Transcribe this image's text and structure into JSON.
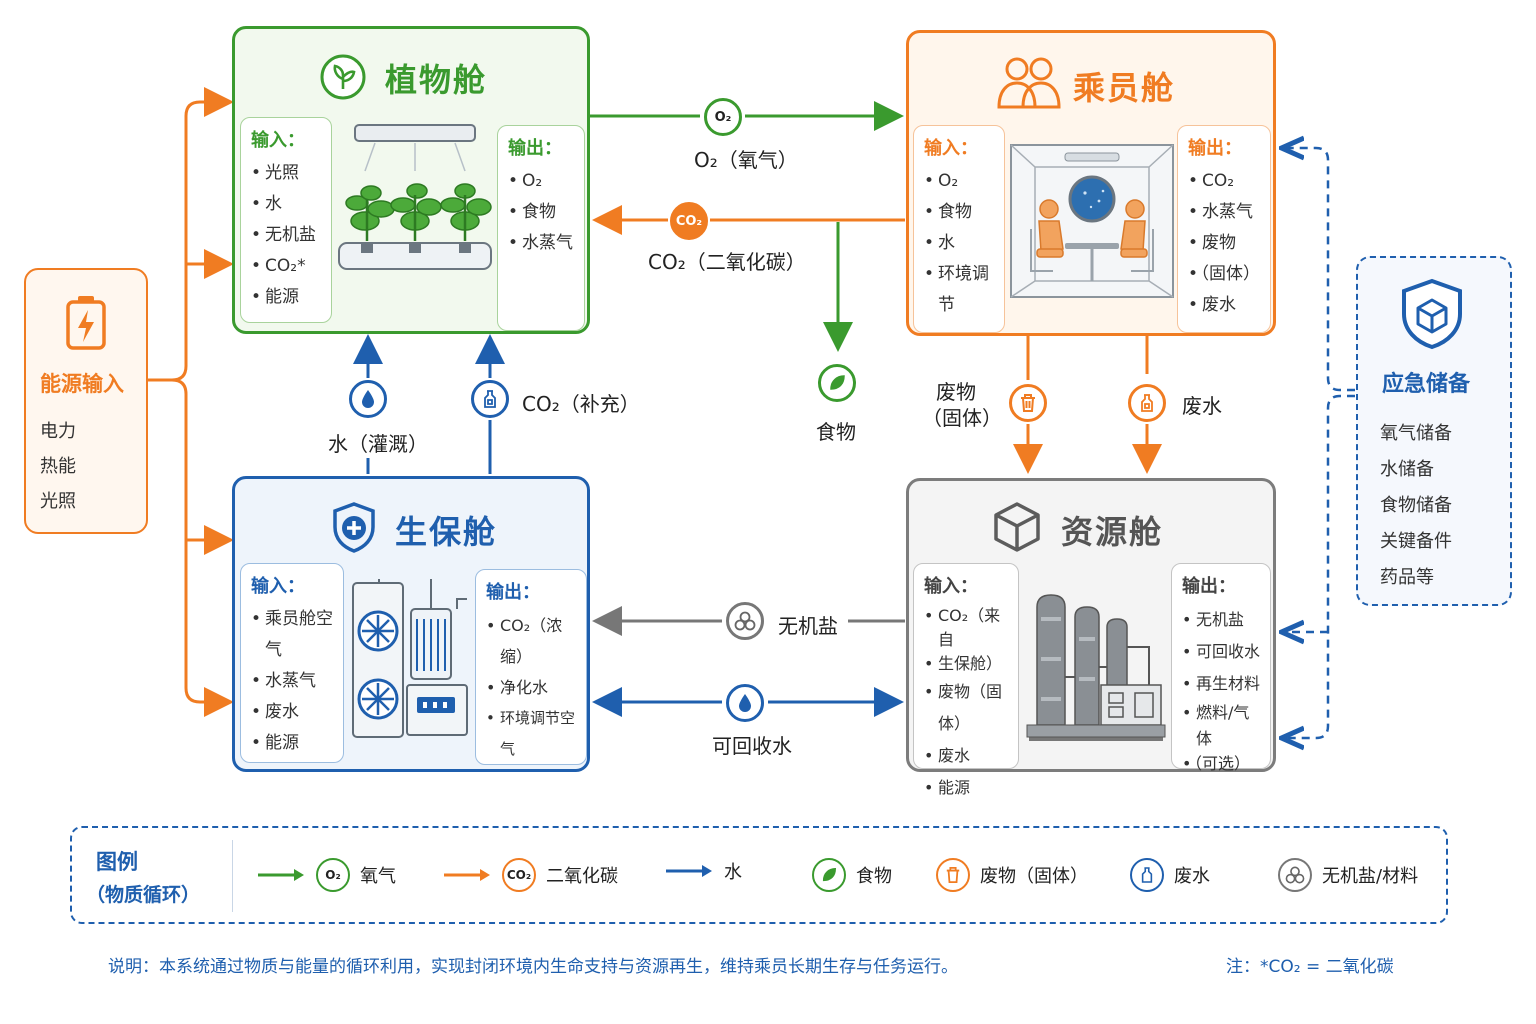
{
  "plant": {
    "title": "植物舱",
    "input_header": "输入：",
    "inputs": [
      "光照",
      "水",
      "无机盐",
      "CO₂*",
      "能源"
    ],
    "output_header": "输出：",
    "outputs": [
      "O₂",
      "食物",
      "水蒸气"
    ]
  },
  "crew": {
    "title": "乘员舱",
    "input_header": "输入：",
    "inputs": [
      "O₂",
      "食物",
      "水",
      "环境调节"
    ],
    "output_header": "输出：",
    "outputs": [
      "CO₂",
      "水蒸气",
      "废物",
      "（固体）",
      "废水"
    ]
  },
  "life": {
    "title": "生保舱",
    "input_header": "输入：",
    "inputs": [
      "乘员舱空气",
      "水蒸气",
      "废水",
      "能源"
    ],
    "output_header": "输出：",
    "outputs": [
      "CO₂（浓缩）",
      "净化水",
      "环境调节空气"
    ]
  },
  "resource": {
    "title": "资源舱",
    "input_header": "输入：",
    "inputs": [
      "CO₂（来自",
      "生保舱）",
      "废物（固体）",
      "废水",
      "能源"
    ],
    "output_header": "输出：",
    "outputs": [
      "无机盐",
      "可回收水",
      "再生材料",
      "燃料/气体",
      "（可选）"
    ]
  },
  "energy": {
    "title": "能源输入",
    "items": [
      "电力",
      "热能",
      "光照"
    ]
  },
  "emergency": {
    "title": "应急储备",
    "items": [
      "氧气储备",
      "水储备",
      "食物储备",
      "关键备件",
      "药品等"
    ]
  },
  "flows": {
    "o2_badge": "O₂",
    "o2_label": "O₂（氧气）",
    "co2_badge": "CO₂",
    "co2_label": "CO₂（二氧化碳）",
    "food_label": "食物",
    "waste_solid_label_1": "废物",
    "waste_solid_label_2": "（固体）",
    "wastewater_label": "废水",
    "water_irrigation_label": "水（灌溉）",
    "co2_supply_label": "CO₂（补充）",
    "minerals_label": "无机盐",
    "recycled_water_label": "可回收水"
  },
  "legend": {
    "title_1": "图例",
    "title_2": "（物质循环）",
    "o2_badge": "O₂",
    "o2": "氧气",
    "co2_badge": "CO₂",
    "co2": "二氧化碳",
    "water": "水",
    "food": "食物",
    "waste": "废物（固体）",
    "wastewater": "废水",
    "minerals": "无机盐/材料"
  },
  "footer": {
    "note": "说明：本系统通过物质与能量的循环利用，实现封闭环境内生命支持与资源再生，维持乘员长期生存与任务运行。",
    "footnote": "注：*CO₂ = 二氧化碳"
  },
  "colors": {
    "green": "#3a9a2e",
    "orange": "#f07c22",
    "blue": "#1f5fae",
    "gray": "#666666"
  }
}
